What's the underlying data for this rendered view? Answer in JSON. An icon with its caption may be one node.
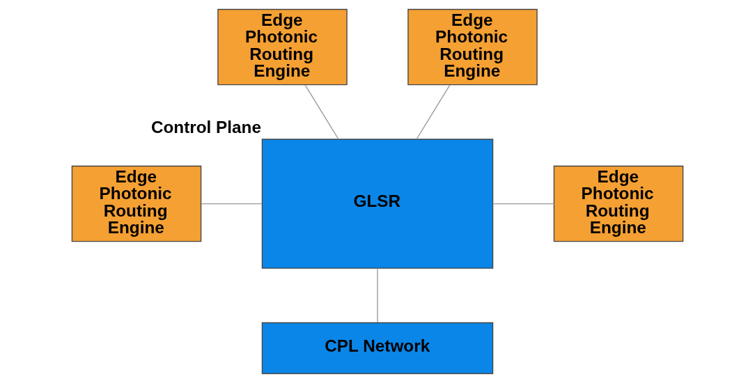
{
  "diagram": {
    "nodes": [
      {
        "text": [
          "Edge Photonic Routing Engine"
        ]
      },
      {
        "text": [
          "Edge Photonic Routing Engine"
        ]
      },
      {
        "text": [
          "GLSR"
        ],
        "beside": [
          "Control Plane"
        ]
      },
      {
        "text": [
          "Edge Photonic Routing Engine"
        ]
      },
      {
        "text": [
          "Edge Photonic Routing Engine"
        ]
      },
      {
        "text": [
          "CPL Network"
        ]
      }
    ],
    "edges": [
      {
        "from": 0,
        "to": 2,
        "arrow": "none"
      },
      {
        "from": 1,
        "to": 2,
        "arrow": "none"
      },
      {
        "from": 3,
        "to": 2,
        "arrow": "none"
      },
      {
        "from": 2,
        "to": 4,
        "arrow": "none"
      },
      {
        "from": 2,
        "to": 5,
        "arrow": "none"
      }
    ]
  }
}
